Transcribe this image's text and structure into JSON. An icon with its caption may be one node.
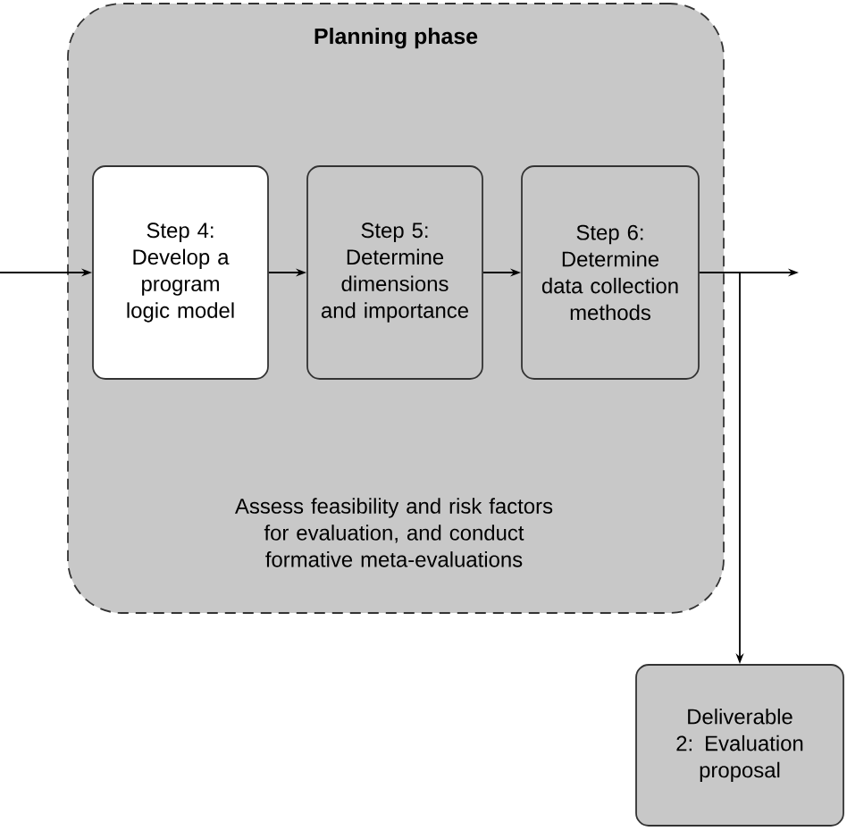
{
  "diagram": {
    "nodes": [
      {
        "text": [
          "Planning phase",
          "Assess feasibility and risk factors for evaluation, and conduct formative meta-evaluations"
        ]
      },
      {
        "text": [
          "Step 4: Develop a program logic model"
        ],
        "in": 0
      },
      {
        "text": [
          "Step 5: Determine dimensions and importance"
        ],
        "in": 0
      },
      {
        "text": [
          "Step 6: Determine data collection methods"
        ],
        "in": 0
      },
      {
        "text": [
          "Deliverable 2: Evaluation proposal"
        ]
      }
    ],
    "edges": [
      {
        "from": null,
        "to": 1,
        "arrow": "to"
      },
      {
        "from": 1,
        "to": 2,
        "arrow": "to"
      },
      {
        "from": 2,
        "to": 3,
        "arrow": "to"
      },
      {
        "from": 3,
        "to": null,
        "arrow": "to"
      },
      {
        "from": 3,
        "to": 4,
        "arrow": "to"
      }
    ]
  }
}
